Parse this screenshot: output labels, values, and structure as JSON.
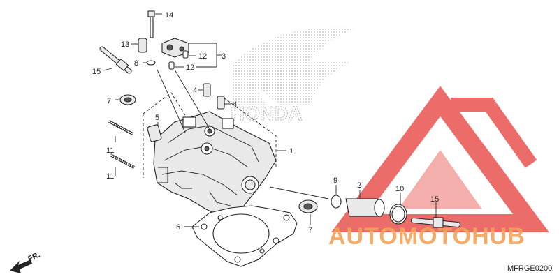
{
  "logo": {
    "brand_text": "HONDA",
    "watermark": "AUTOMOTOHUB"
  },
  "diagram_code": "MFRGE0200",
  "direction_label": "FR.",
  "callouts": [
    {
      "id": "1",
      "text": "1"
    },
    {
      "id": "2",
      "text": "2"
    },
    {
      "id": "3",
      "text": "3"
    },
    {
      "id": "4a",
      "text": "4"
    },
    {
      "id": "4b",
      "text": "4"
    },
    {
      "id": "5",
      "text": "5"
    },
    {
      "id": "6",
      "text": "6"
    },
    {
      "id": "7a",
      "text": "7"
    },
    {
      "id": "7b",
      "text": "7"
    },
    {
      "id": "8",
      "text": "8"
    },
    {
      "id": "9",
      "text": "9"
    },
    {
      "id": "10",
      "text": "10"
    },
    {
      "id": "11a",
      "text": "11"
    },
    {
      "id": "11b",
      "text": "11"
    },
    {
      "id": "12a",
      "text": "12"
    },
    {
      "id": "12b",
      "text": "12"
    },
    {
      "id": "13",
      "text": "13"
    },
    {
      "id": "14",
      "text": "14"
    },
    {
      "id": "15a",
      "text": "15"
    },
    {
      "id": "15b",
      "text": "15"
    }
  ],
  "colors": {
    "line": "#222222",
    "watermark_red": "#e8534f",
    "watermark_orange": "#f2a25a",
    "watermark_gray": "#3a3a3a",
    "dots": "#bdbdbd"
  }
}
